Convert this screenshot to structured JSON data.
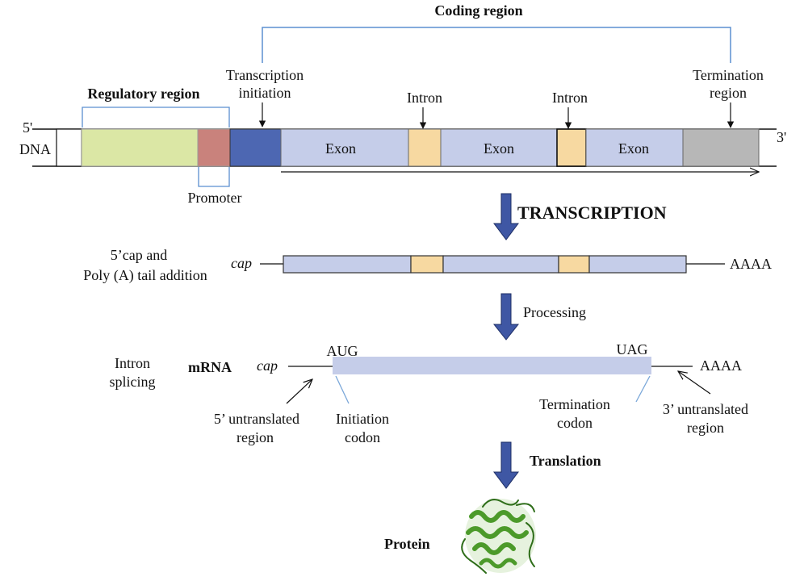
{
  "colors": {
    "line": "#111111",
    "bracket_blue": "#5b8fd0",
    "exon_fill": "#c5cde9",
    "intron_fill": "#f7d9a1",
    "regulatory_fill": "#dbe7a5",
    "promoter_fill": "#c9827c",
    "initiation_fill": "#4d67b2",
    "termination_fill": "#b7b7b7",
    "arrow_fill": "#3f57a4",
    "protein_green": "#4c9a2a"
  },
  "dna": {
    "five_prime": "5'",
    "dna_label": "DNA",
    "three_prime": "3'",
    "coding_region": "Coding region",
    "regulatory_region": "Regulatory region",
    "transcription_initiation_line1": "Transcription",
    "transcription_initiation_line2": "initiation",
    "intron1": "Intron",
    "intron2": "Intron",
    "termination_region_line1": "Termination",
    "termination_region_line2": "region",
    "exon1": "Exon",
    "exon2": "Exon",
    "exon3": "Exon",
    "promoter": "Promoter"
  },
  "steps": {
    "transcription": "TRANSCRIPTION",
    "processing": "Processing",
    "translation": "Translation"
  },
  "pre_mrna": {
    "label_line1": "5’cap and",
    "label_line2": "Poly (A) tail addition",
    "cap": "cap",
    "tail": "AAAA"
  },
  "mrna": {
    "splicing_line1": "Intron",
    "splicing_line2": "splicing",
    "mrna_label": "mRNA",
    "cap": "cap",
    "start_codon": "AUG",
    "stop_codon": "UAG",
    "tail": "AAAA",
    "utr5_line1": "5’ untranslated",
    "utr5_line2": "region",
    "initiation_line1": "Initiation",
    "initiation_line2": "codon",
    "termination_line1": "Termination",
    "termination_line2": "codon",
    "utr3_line1": "3’ untranslated",
    "utr3_line2": "region"
  },
  "protein": {
    "label": "Protein",
    "image_icon": "protein-ribbon-icon"
  }
}
